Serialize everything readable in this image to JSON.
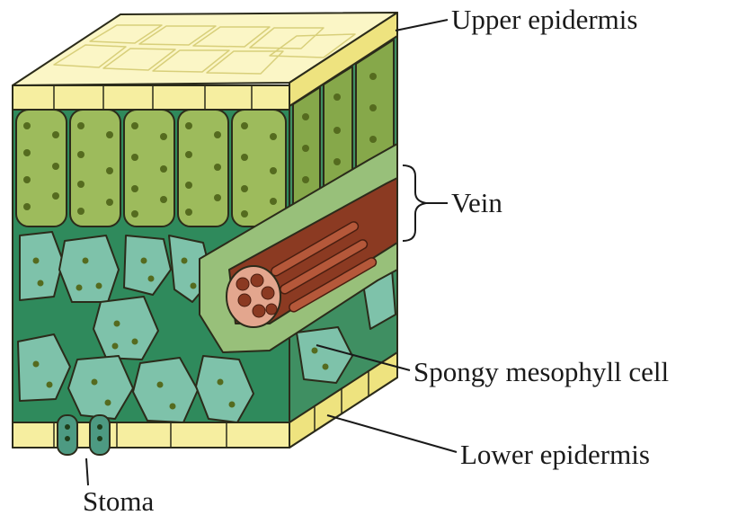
{
  "diagram": {
    "labels": {
      "upper_epidermis": "Upper epidermis",
      "vein": "Vein",
      "spongy_mesophyll": "Spongy mesophyll cell",
      "lower_epidermis": "Lower epidermis",
      "stoma": "Stoma"
    },
    "colors": {
      "epidermis": "#f6eea0",
      "epidermis_top": "#fbf6c6",
      "palisade": "#9dbb5c",
      "palisade_dark": "#6f8f33",
      "spongy": "#7ec2aa",
      "air_space": "#2f8a5c",
      "vein_sheath": "#98c07a",
      "xylem": "#8b3a22",
      "phloem": "#e3a68e",
      "outline": "#2b2b1a"
    }
  }
}
